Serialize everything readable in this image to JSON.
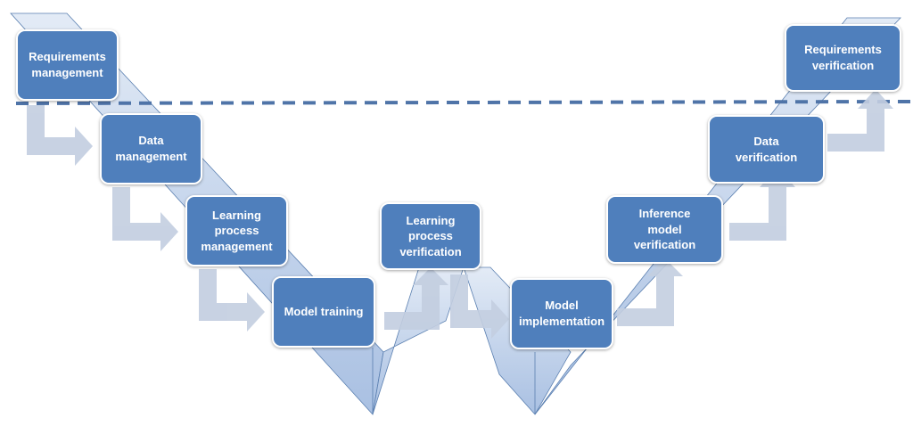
{
  "diagram": {
    "type": "V-model process",
    "development_phases": [
      {
        "label": "Requirements\nmanagement"
      },
      {
        "label": "Data\nmanagement"
      },
      {
        "label": "Learning process\nmanagement"
      },
      {
        "label": "Model training"
      }
    ],
    "verification_phases": [
      {
        "label": "Learning\nprocess\nverification"
      },
      {
        "label": "Model\nimplementation"
      },
      {
        "label": "Inference\nmodel\nverification"
      },
      {
        "label": "Data\nverification"
      },
      {
        "label": "Requirements\nverification"
      }
    ],
    "colors": {
      "box": "#4f7fbc",
      "band": "#c7d6ec",
      "arrow": "#c3cee0",
      "dash": "#4f74a8"
    }
  }
}
